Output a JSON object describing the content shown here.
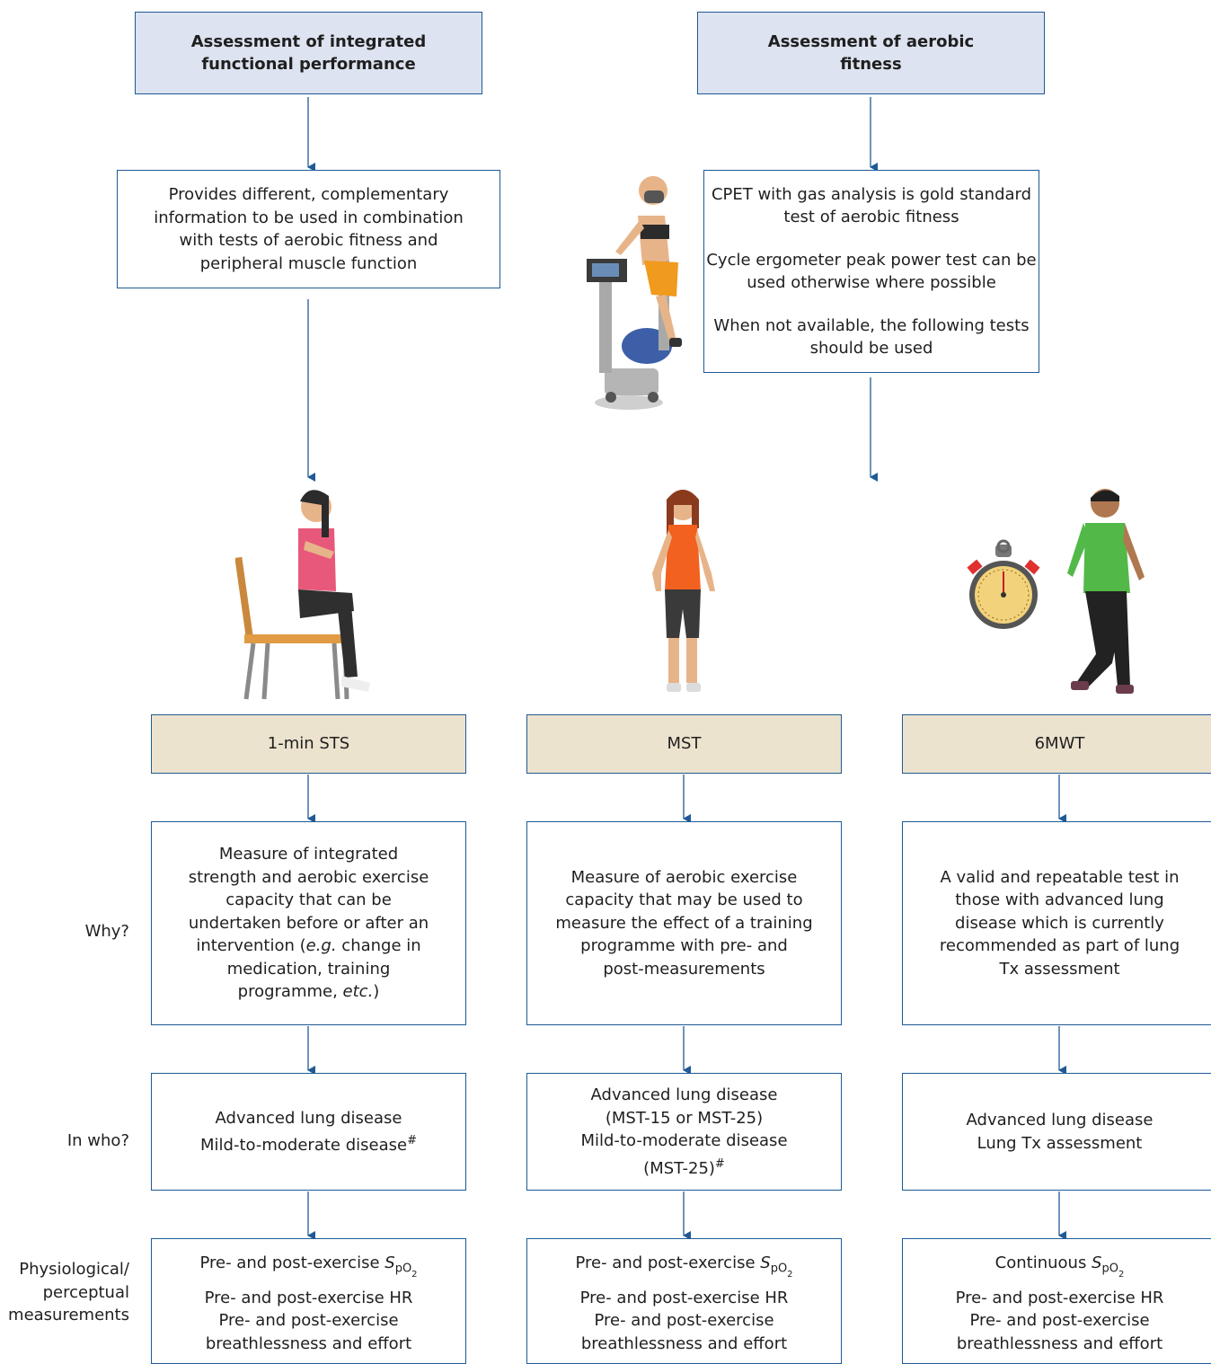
{
  "top_left": {
    "header": [
      "Assessment of  integrated",
      "functional performance"
    ],
    "info": [
      "Provides different, complementary",
      "information to be used in combination",
      "with tests of aerobic fitness and",
      "peripheral muscle function"
    ]
  },
  "top_right": {
    "header": [
      "Assessment of aerobic",
      "fitness"
    ],
    "info": {
      "p1": [
        "CPET with gas analysis is gold standard",
        "test of aerobic fitness"
      ],
      "p2": [
        "Cycle ergometer peak power test can be",
        "used otherwise where possible"
      ],
      "p3": [
        "When not available, the following tests",
        "should be used"
      ]
    }
  },
  "row_labels": {
    "why": "Why?",
    "in_who": "In who?",
    "physio": [
      "Physiological/",
      "perceptual",
      "measurements"
    ]
  },
  "tests": [
    {
      "name": "1-min STS",
      "why": [
        "Measure of integrated",
        "strength and aerobic exercise",
        "capacity that can be",
        "undertaken before or after an",
        "intervention (",
        "e.g.",
        " change in",
        "medication, training",
        "programme, ",
        "etc.",
        ")"
      ],
      "who": [
        "Advanced lung disease",
        "Mild-to-moderate disease",
        "#"
      ],
      "meas": [
        "Pre- and post-exercise ",
        "S",
        "pO",
        "2",
        "Pre- and post-exercise HR",
        "Pre- and post-exercise",
        "breathlessness and effort"
      ]
    },
    {
      "name": "MST",
      "why": [
        "Measure of aerobic exercise",
        "capacity that may be used to",
        "measure the effect of a training",
        "programme with pre- and",
        "post-measurements"
      ],
      "who": [
        "Advanced lung disease",
        "(MST-15 or MST-25)",
        "Mild-to-moderate disease",
        "(MST-25)",
        "#"
      ],
      "meas": [
        "Pre- and post-exercise ",
        "S",
        "pO",
        "2",
        "Pre- and post-exercise HR",
        "Pre- and post-exercise",
        "breathlessness and effort"
      ]
    },
    {
      "name": "6MWT",
      "why": [
        "A valid and repeatable test in",
        "those with advanced lung",
        "disease which is currently",
        "recommended as part of lung",
        "Tx assessment"
      ],
      "who": [
        "Advanced lung disease",
        "Lung Tx assessment"
      ],
      "meas": [
        "Continuous ",
        "S",
        "pO",
        "2",
        "Pre- and post-exercise HR",
        "Pre- and post-exercise",
        "breathlessness and effort"
      ]
    }
  ],
  "colors": {
    "border": "#1f5a96",
    "header_fill": "#dde3f0",
    "test_fill": "#ece3ce",
    "arrow": "#1f5a96"
  },
  "illustrations": [
    "cycle-ergometer-figure",
    "sit-to-stand-figure",
    "walking-woman-figure",
    "stopwatch-icon",
    "walking-man-figure"
  ]
}
